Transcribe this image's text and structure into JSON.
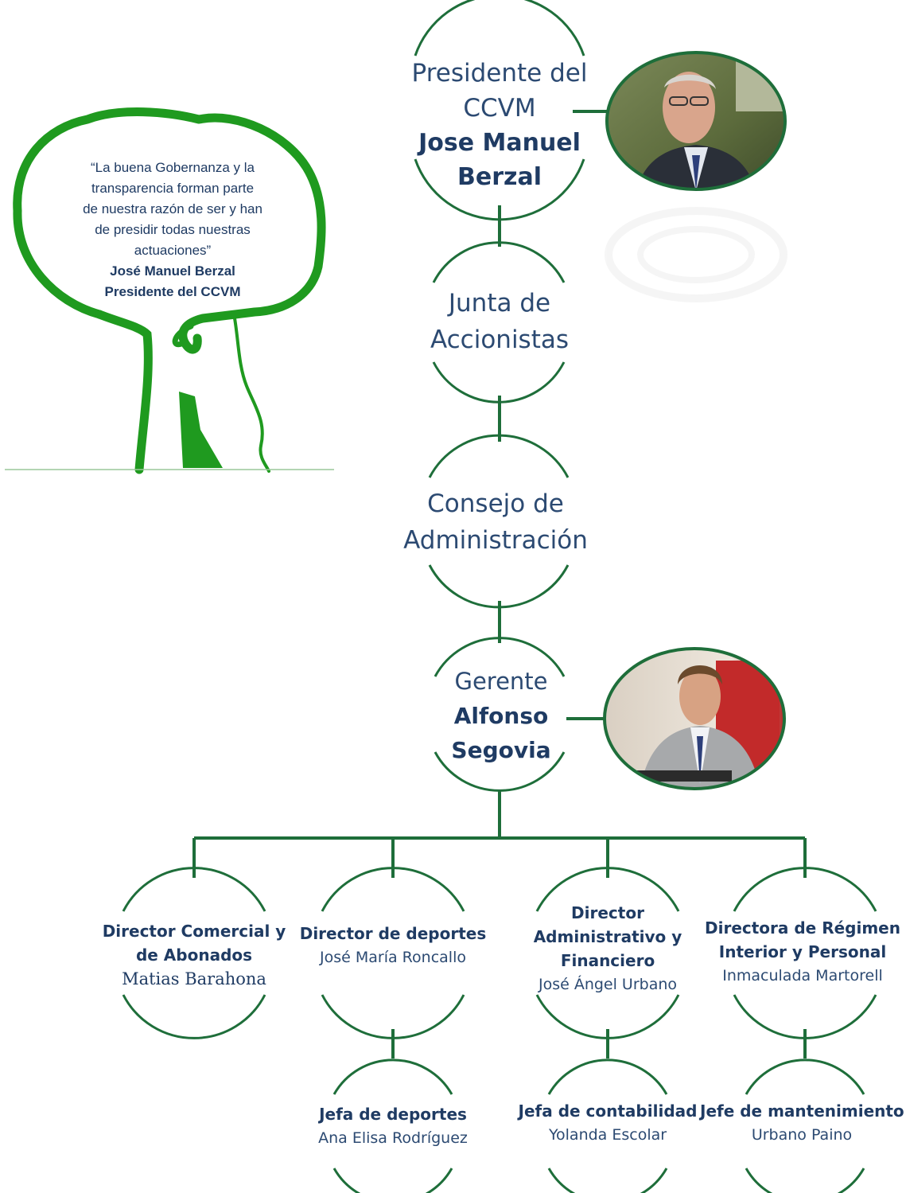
{
  "quote": {
    "text_lines": [
      "“La  buena Gobernanza y la",
      "transparencia forman parte",
      "de nuestra razón de ser y han",
      "de presidir todas nuestras",
      "actuaciones”"
    ],
    "author": "José Manuel Berzal",
    "author_title": "Presidente del CCVM"
  },
  "president": {
    "title_line1": "Presidente del",
    "title_line2": "CCVM",
    "name_line1": "Jose Manuel",
    "name_line2": "Berzal"
  },
  "junta": {
    "line1": "Junta de",
    "line2": "Accionistas"
  },
  "consejo": {
    "line1": "Consejo de",
    "line2": "Administración"
  },
  "gerente": {
    "title": "Gerente",
    "name_line1": "Alfonso",
    "name_line2": "Segovia"
  },
  "directors": [
    {
      "role_lines": [
        "Director Comercial y",
        "de Abonados"
      ],
      "person": "Matias Barahona"
    },
    {
      "role_lines": [
        "Director de deportes"
      ],
      "person": "José María Roncallo"
    },
    {
      "role_lines": [
        "Director",
        "Administrativo y",
        "Financiero"
      ],
      "person": "José Ángel Urbano"
    },
    {
      "role_lines": [
        "Directora  de Régimen",
        "Interior y Personal"
      ],
      "person": "Inmaculada Martorell"
    }
  ],
  "sub_heads": [
    {
      "role": "Jefa de deportes",
      "person": "Ana Elisa Rodríguez"
    },
    {
      "role": "Jefa de contabilidad",
      "person": "Yolanda Escolar"
    },
    {
      "role": "Jefe de mantenimiento",
      "person": "Urbano Paino"
    }
  ],
  "colors": {
    "green": "#1e6e3a",
    "tree_green": "#1f9a1f",
    "text_navy": "#1f3b63"
  }
}
